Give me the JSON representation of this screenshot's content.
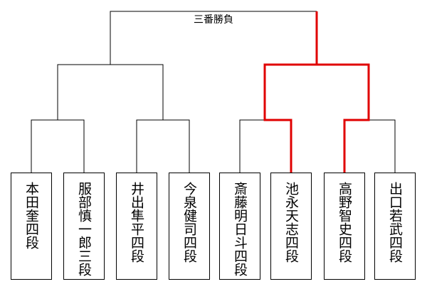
{
  "final": {
    "title": "三番勝負"
  },
  "players": [
    {
      "name": "本田奎四段"
    },
    {
      "name": "服部慎一郎三段"
    },
    {
      "name": "井出隼平四段"
    },
    {
      "name": "今泉健司四段"
    },
    {
      "name": "斎藤明日斗四段"
    },
    {
      "name": "池永天志四段"
    },
    {
      "name": "高野智史四段"
    },
    {
      "name": "出口若武四段"
    }
  ],
  "colors": {
    "line": "#000000",
    "winner": "#e00000"
  }
}
